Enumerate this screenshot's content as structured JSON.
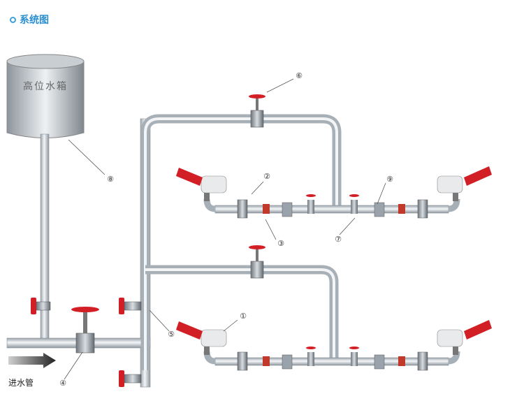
{
  "header": {
    "title": "系统图"
  },
  "tank": {
    "label": "高位水箱"
  },
  "inlet": {
    "label": "进水管"
  },
  "callouts": [
    "①",
    "②",
    "③",
    "④",
    "⑤",
    "⑥",
    "⑦",
    "⑧",
    "⑨"
  ]
}
